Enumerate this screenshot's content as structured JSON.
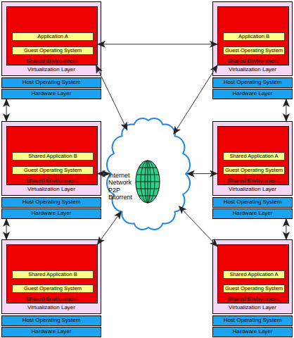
{
  "diagram": {
    "nodes": [
      {
        "text": [
          "Virtualization Layer"
        ]
      },
      {
        "text": [
          "Shared Environment"
        ],
        "in": 0
      },
      {
        "text": [
          "Application A"
        ],
        "in": 1
      },
      {
        "text": [
          "Guest Operating System"
        ],
        "in": 1
      },
      {
        "text": [
          "Host Operating System"
        ]
      },
      {
        "text": [
          "Hardware Layer"
        ]
      },
      {
        "text": [
          "Virtualization Layer"
        ]
      },
      {
        "text": [
          "Shared Environment"
        ],
        "in": 6
      },
      {
        "text": [
          "Application B"
        ],
        "in": 7
      },
      {
        "text": [
          "Guest Operating System"
        ],
        "in": 7
      },
      {
        "text": [
          "Host Operating System"
        ]
      },
      {
        "text": [
          "Hardware Layer"
        ]
      },
      {
        "text": [
          "Virtualization Layer"
        ]
      },
      {
        "text": [
          "Shared Environment"
        ],
        "in": 12
      },
      {
        "text": [
          "Shared Application B"
        ],
        "in": 13
      },
      {
        "text": [
          "Guest Operating System"
        ],
        "in": 13
      },
      {
        "text": [
          "Host Operating System"
        ]
      },
      {
        "text": [
          "Hardware Layer"
        ]
      },
      {
        "text": [
          "Virtualization Layer"
        ]
      },
      {
        "text": [
          "Shared Environment"
        ],
        "in": 18
      },
      {
        "text": [
          "Shared Application A"
        ],
        "in": 19
      },
      {
        "text": [
          "Guest Operating System"
        ],
        "in": 19
      },
      {
        "text": [
          "Host Operating System"
        ]
      },
      {
        "text": [
          "Hardware Layer"
        ]
      },
      {
        "text": [
          "Virtualization Layer"
        ]
      },
      {
        "text": [
          "Shared Environment"
        ],
        "in": 24
      },
      {
        "text": [
          "Shared Application B"
        ],
        "in": 25
      },
      {
        "text": [
          "Guest Operating System"
        ],
        "in": 25
      },
      {
        "text": [
          "Host Operating System"
        ]
      },
      {
        "text": [
          "Hardware Layer"
        ]
      },
      {
        "text": [
          "Virtualization Layer"
        ]
      },
      {
        "text": [
          "Shared Environment"
        ],
        "in": 30
      },
      {
        "text": [
          "Shared Application A"
        ],
        "in": 31
      },
      {
        "text": [
          "Guest Operating System"
        ],
        "in": 31
      },
      {
        "text": [
          "Host Operating System"
        ]
      },
      {
        "text": [
          "Hardware Layer"
        ]
      },
      {
        "text": [
          "Internet Network P2P Bitorrent"
        ]
      }
    ],
    "edges": [
      {
        "from": 1,
        "to": 7,
        "arrow": "both"
      },
      {
        "from": 1,
        "to": 36,
        "arrow": "both"
      },
      {
        "from": 7,
        "to": 36,
        "arrow": "both"
      },
      {
        "from": 13,
        "to": 36,
        "arrow": "both"
      },
      {
        "from": 19,
        "to": 36,
        "arrow": "both"
      },
      {
        "from": 25,
        "to": 36,
        "arrow": "both"
      },
      {
        "from": 31,
        "to": 36,
        "arrow": "both"
      },
      {
        "from": 5,
        "to": 12,
        "arrow": "both"
      },
      {
        "from": 17,
        "to": 24,
        "arrow": "both"
      },
      {
        "from": 11,
        "to": 18,
        "arrow": "both"
      },
      {
        "from": 23,
        "to": 30,
        "arrow": "both"
      }
    ]
  }
}
